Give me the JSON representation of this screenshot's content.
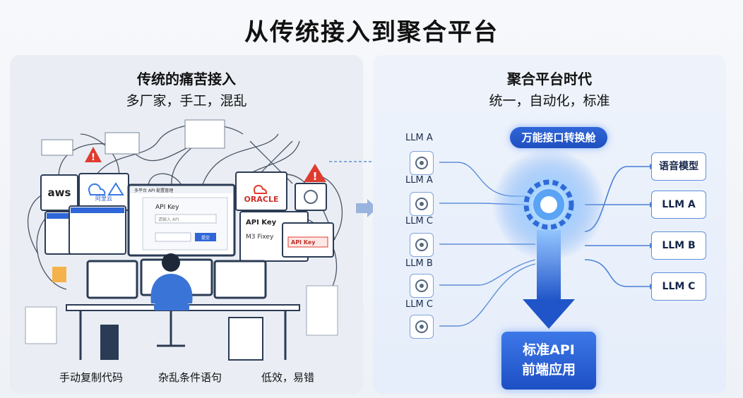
{
  "title": "从传统接入到聚合平台",
  "left": {
    "title": "传统的痛苦接入",
    "subtitle": "多厂家，手工，混乱",
    "footer": [
      "手动复制代码",
      "杂乱条件语句",
      "低效，易错"
    ],
    "monitors": {
      "aws": "aws",
      "cloud2": "阿里云",
      "oracle": "ORACLE",
      "api_key_title": "API Key",
      "api_key_title2": "API Key",
      "api_key_scribble": "M3 Fixey",
      "api_key_scribble2": "API Key",
      "main_window_title": "多平台 API 配置管理",
      "main_input_placeholder": "请输入 API",
      "main_button": "提交"
    }
  },
  "right": {
    "title": "聚合平台时代",
    "subtitle": "统一，自动化，标准",
    "hub_label": "万能接口转换舱",
    "inputs": [
      "LLM A",
      "LLM A",
      "LLM C",
      "LLM B",
      "LLM C"
    ],
    "outputs": [
      "语音模型",
      "LLM A",
      "LLM B",
      "LLM C"
    ],
    "api_box": [
      "标准API",
      "前端应用"
    ]
  },
  "colors": {
    "accent": "#2f66d8",
    "warning": "#e03b2e",
    "panel_left": "#eaeef4",
    "panel_right": "#e6eefb"
  },
  "icons": [
    "warning-icon",
    "openai-icon",
    "gear-hub-icon",
    "arrow-right-icon",
    "arrow-down-icon"
  ]
}
